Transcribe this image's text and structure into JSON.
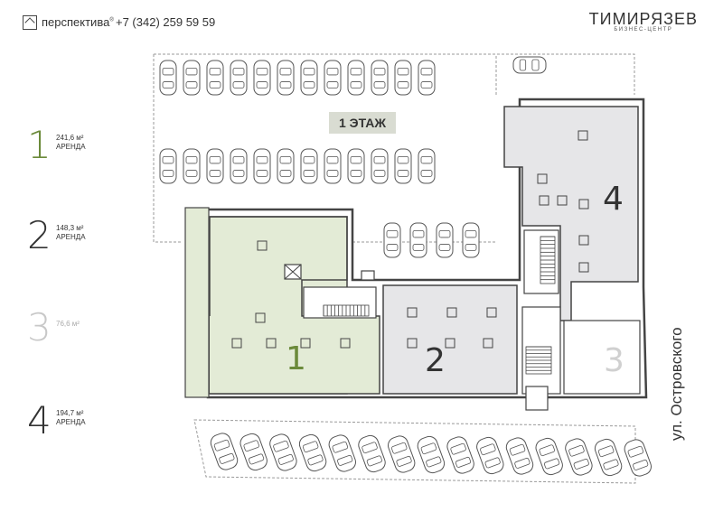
{
  "header": {
    "logo_text": "перспектива",
    "logo_mark": "®",
    "phone": "+7 (342) 259 59 59",
    "brand_name": "ТИМИРЯЗЕВ",
    "brand_sub": "БИЗНЕС-ЦЕНТР"
  },
  "legend": [
    {
      "num": "1",
      "area": "241,6 м²",
      "status": "АРЕНДА",
      "color": "#6b8a3a"
    },
    {
      "num": "2",
      "area": "148,3 м²",
      "status": "АРЕНДА",
      "color": "#333333"
    },
    {
      "num": "3",
      "area": "76,6 м²",
      "status": "",
      "color": "#c8c8c8"
    },
    {
      "num": "4",
      "area": "194,7 м²",
      "status": "АРЕНДА",
      "color": "#333333"
    }
  ],
  "plan": {
    "floor_label": "1 ЭТАЖ",
    "street": "ул. Островского",
    "units": [
      {
        "num": "1",
        "color": "#6b8a3a",
        "fill": "#e3ebd6"
      },
      {
        "num": "2",
        "color": "#333333",
        "fill": "#e6e6e8"
      },
      {
        "num": "3",
        "color": "#d0d0d0",
        "fill": "#ffffff"
      },
      {
        "num": "4",
        "color": "#333333",
        "fill": "#e6e6e8"
      }
    ]
  },
  "colors": {
    "wall": "#444444",
    "dashed": "#888888",
    "unit1": "#e3ebd6",
    "unit_grey": "#e6e6e8"
  },
  "icons": [
    "logo-square-icon",
    "car-icon",
    "elevator-icon",
    "stairs-icon"
  ]
}
